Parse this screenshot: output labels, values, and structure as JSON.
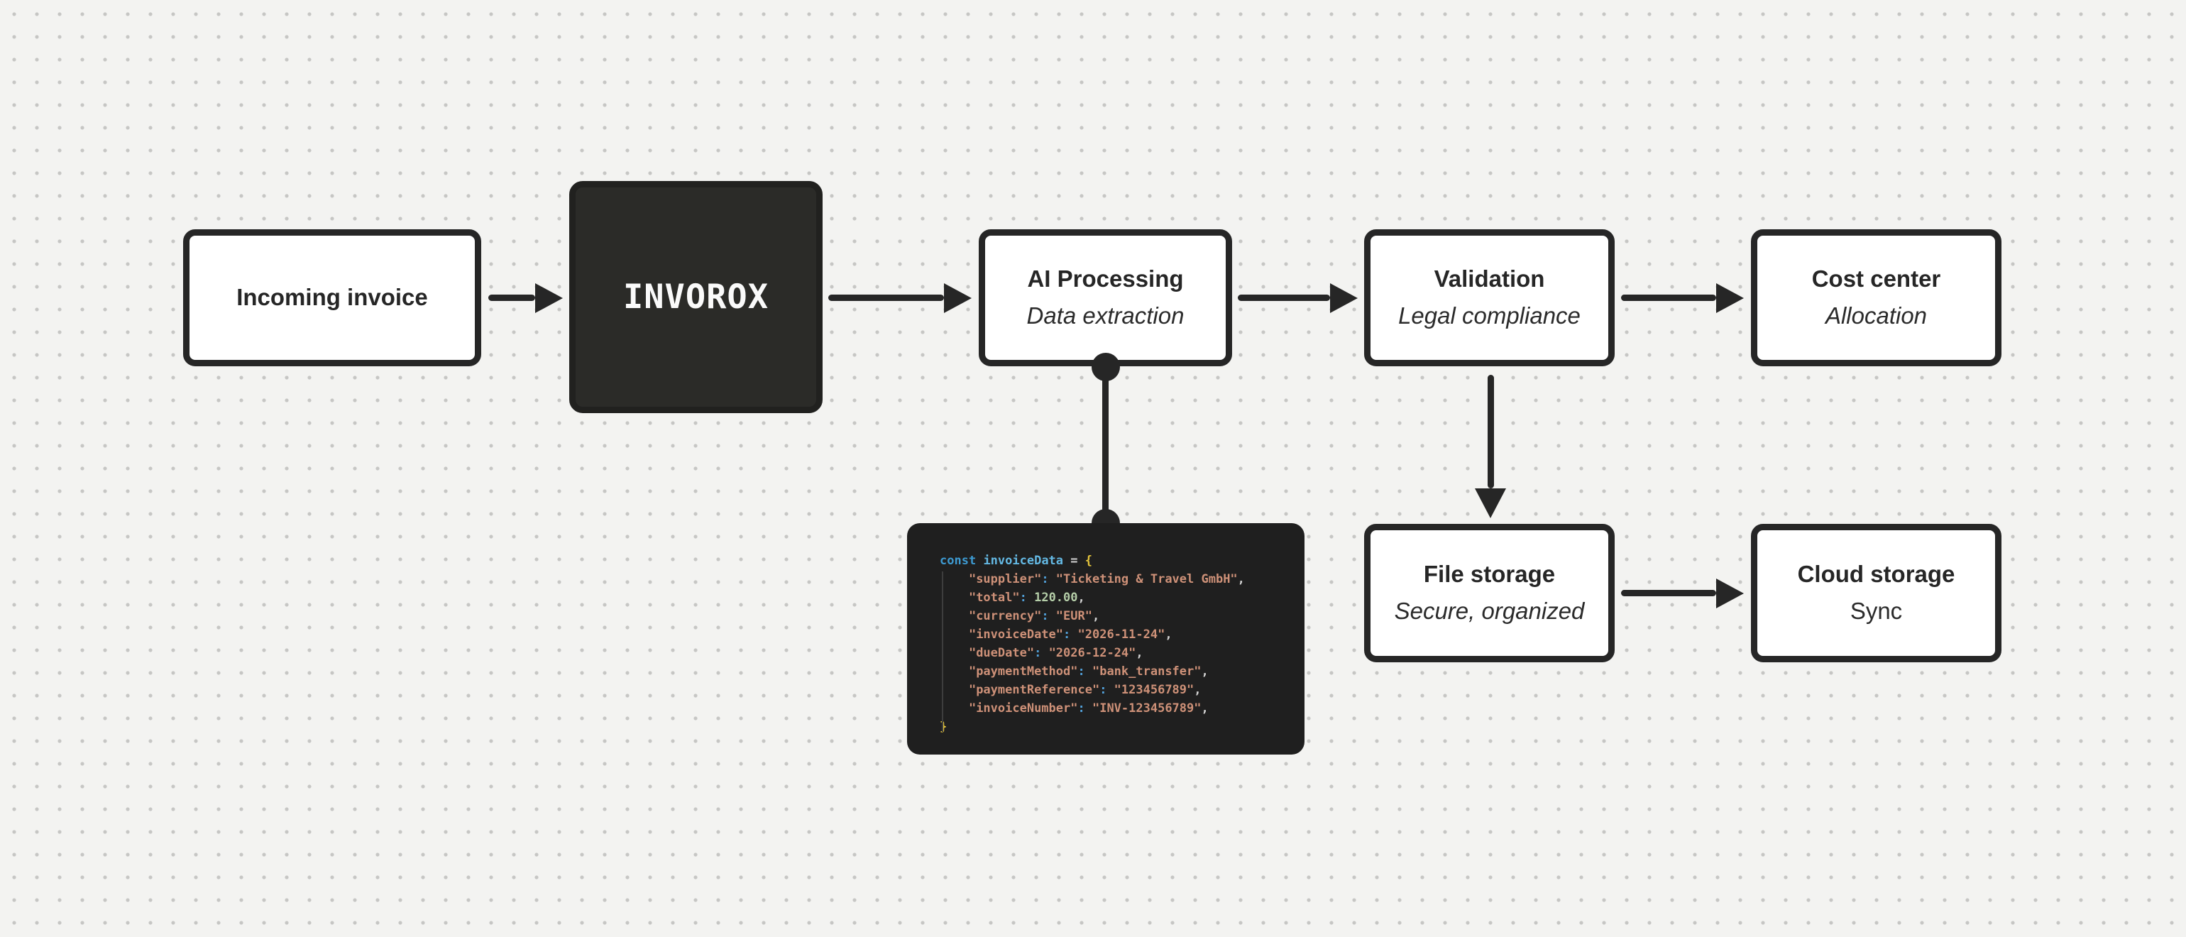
{
  "diagram": {
    "background_color": "#F3F3F1",
    "dot_color": "#C6C6C4",
    "ink_color": "#262626",
    "node_fill": "#FFFFFF",
    "dark_node_fill": "#2B2B28",
    "dark_node_text_color": "#FAFAFA"
  },
  "nodes": {
    "incoming": {
      "title": "Incoming invoice"
    },
    "invorox": {
      "title": "INVOROX"
    },
    "ai": {
      "title": "AI Processing",
      "subtitle": "Data extraction"
    },
    "validation": {
      "title": "Validation",
      "subtitle": "Legal compliance"
    },
    "cost": {
      "title": "Cost center",
      "subtitle": "Allocation"
    },
    "file": {
      "title": "File storage",
      "subtitle": "Secure, organized"
    },
    "cloud": {
      "title": "Cloud storage",
      "subtitle": "Sync"
    }
  },
  "edges": [
    {
      "from": "Incoming invoice",
      "to": "INVOROX",
      "type": "arrow"
    },
    {
      "from": "INVOROX",
      "to": "AI Processing",
      "type": "arrow"
    },
    {
      "from": "AI Processing",
      "to": "Validation",
      "type": "arrow"
    },
    {
      "from": "Validation",
      "to": "Cost center",
      "type": "arrow"
    },
    {
      "from": "Validation",
      "to": "File storage",
      "type": "arrow"
    },
    {
      "from": "File storage",
      "to": "Cloud storage",
      "type": "arrow"
    },
    {
      "from": "AI Processing",
      "to": "code-snippet",
      "type": "dot-connector"
    }
  ],
  "code_block": {
    "background": "#1F1F1F",
    "token_colors": {
      "kw": "#3D9AD1",
      "var": "#64B9E4",
      "plain": "#D4D4D4",
      "key": "#CE9178",
      "colon": "#519FD7",
      "str": "#CE9178",
      "num": "#B5CEA8",
      "brace": "#E5C53C"
    },
    "lines": [
      [
        [
          "kw",
          "const"
        ],
        [
          "plain",
          " "
        ],
        [
          "var",
          "invoiceData"
        ],
        [
          "plain",
          " = "
        ],
        [
          "brace",
          "{"
        ]
      ],
      [
        [
          "plain",
          "    "
        ],
        [
          "key",
          "\"supplier\""
        ],
        [
          "colon",
          ": "
        ],
        [
          "str",
          "\"Ticketing & Travel GmbH\""
        ],
        [
          "plain",
          ","
        ]
      ],
      [
        [
          "plain",
          "    "
        ],
        [
          "key",
          "\"total\""
        ],
        [
          "colon",
          ": "
        ],
        [
          "num",
          "120.00"
        ],
        [
          "plain",
          ","
        ]
      ],
      [
        [
          "plain",
          "    "
        ],
        [
          "key",
          "\"currency\""
        ],
        [
          "colon",
          ": "
        ],
        [
          "str",
          "\"EUR\""
        ],
        [
          "plain",
          ","
        ]
      ],
      [
        [
          "plain",
          "    "
        ],
        [
          "key",
          "\"invoiceDate\""
        ],
        [
          "colon",
          ": "
        ],
        [
          "str",
          "\"2026-11-24\""
        ],
        [
          "plain",
          ","
        ]
      ],
      [
        [
          "plain",
          "    "
        ],
        [
          "key",
          "\"dueDate\""
        ],
        [
          "colon",
          ": "
        ],
        [
          "str",
          "\"2026-12-24\""
        ],
        [
          "plain",
          ","
        ]
      ],
      [
        [
          "plain",
          "    "
        ],
        [
          "key",
          "\"paymentMethod\""
        ],
        [
          "colon",
          ": "
        ],
        [
          "str",
          "\"bank_transfer\""
        ],
        [
          "plain",
          ","
        ]
      ],
      [
        [
          "plain",
          "    "
        ],
        [
          "key",
          "\"paymentReference\""
        ],
        [
          "colon",
          ": "
        ],
        [
          "str",
          "\"123456789\""
        ],
        [
          "plain",
          ","
        ]
      ],
      [
        [
          "plain",
          "    "
        ],
        [
          "key",
          "\"invoiceNumber\""
        ],
        [
          "colon",
          ": "
        ],
        [
          "str",
          "\"INV-123456789\""
        ],
        [
          "plain",
          ","
        ]
      ],
      [
        [
          "brace",
          "}"
        ]
      ]
    ]
  }
}
